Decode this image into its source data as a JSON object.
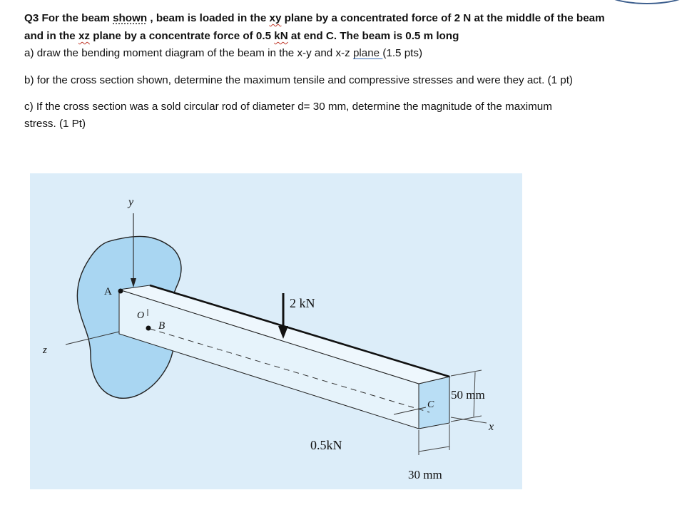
{
  "question": {
    "line1": {
      "prefix": "Q3 For the beam ",
      "shown": "shown",
      "comma": " , ",
      "mid": "beam is loaded in the ",
      "xy": "xy",
      "rest": " plane by a concentrated force of 2 N at the middle of  the beam"
    },
    "line2": {
      "prefix": "and in the ",
      "xz": "xz",
      "mid": " plane by a concentrate force of 0.5 ",
      "kN": "kN",
      "rest": " at end C. The beam is 0.5 m long"
    },
    "part_a": {
      "prefix": "a) draw the bending moment diagram of the beam in the x-y and x-z ",
      "plane": "plane ",
      "rest": " (1.5 pts)"
    },
    "part_b": "b) for the cross section shown, determine the maximum tensile and compressive stresses and were they  act. (1 pt)",
    "part_c_line1": "c) If the cross section was a sold circular rod of diameter d= 30 mm, determine the magnitude of the  maximum",
    "part_c_line2": "stress. (1 Pt)"
  },
  "figure": {
    "labels": {
      "y_axis": "y",
      "z_axis": "z",
      "x_axis": "x",
      "point_a": "A",
      "point_o": "O",
      "point_b": "B",
      "point_c": "C",
      "force_top": "2 kN",
      "force_end": "0.5kN",
      "dim_height": "50 mm",
      "dim_width": "30 mm"
    },
    "colors": {
      "background": "#dcedf9",
      "wall": "#a9d6f2",
      "beam_face": "#e6f3fb",
      "beam_end": "#b9def5"
    }
  }
}
